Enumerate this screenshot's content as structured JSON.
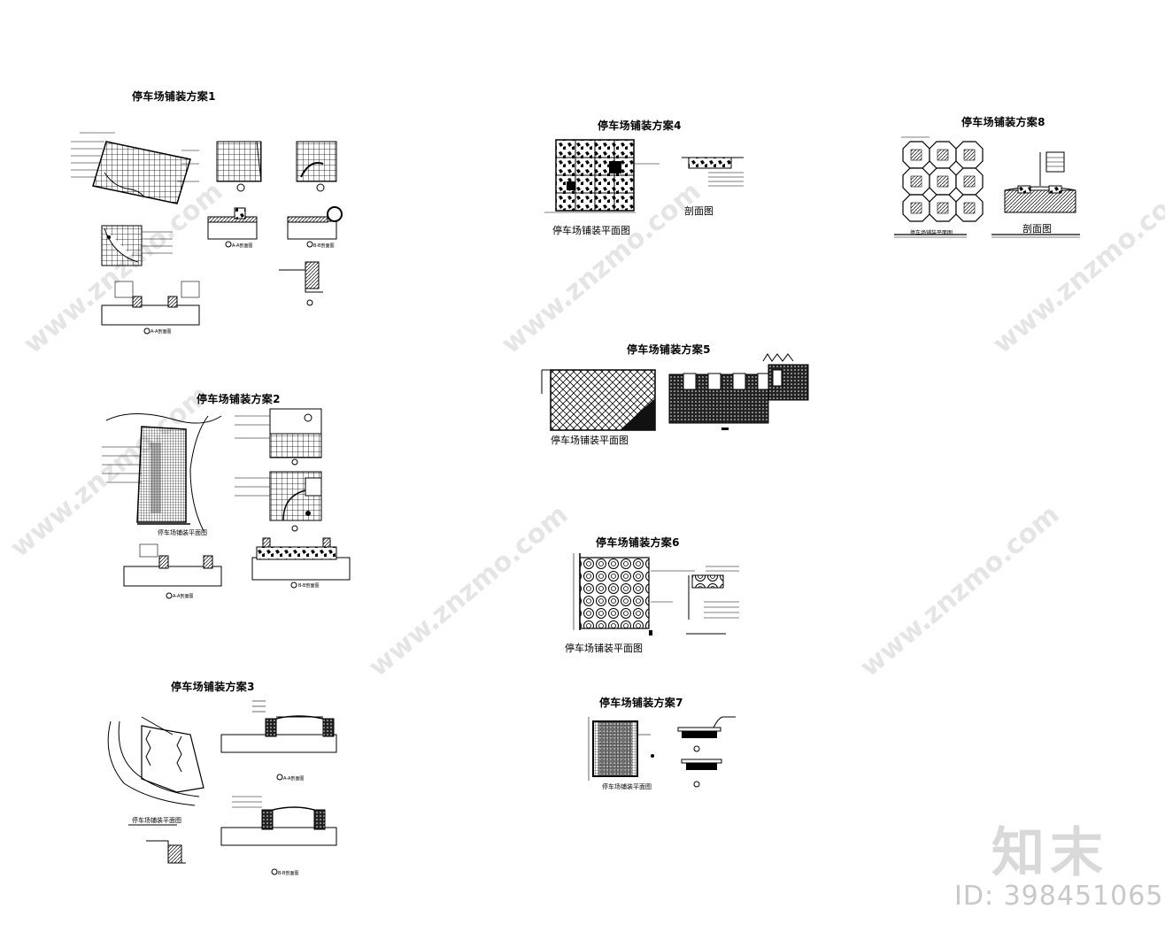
{
  "schemes": [
    {
      "id": 1,
      "title": "停车场铺装方案1",
      "labels": []
    },
    {
      "id": 2,
      "title": "停车场铺装方案2",
      "labels": [
        "停车场铺装平面图"
      ]
    },
    {
      "id": 3,
      "title": "停车场铺装方案3",
      "labels": [
        "停车场铺装平面图"
      ]
    },
    {
      "id": 4,
      "title": "停车场铺装方案4",
      "labels": [
        "停车场铺装平面图",
        "剖面图"
      ]
    },
    {
      "id": 5,
      "title": "停车场铺装方案5",
      "labels": [
        "停车场铺装平面图"
      ]
    },
    {
      "id": 6,
      "title": "停车场铺装方案6",
      "labels": [
        "停车场铺装平面图"
      ]
    },
    {
      "id": 7,
      "title": "停车场铺装方案7",
      "labels": [
        "停车场铺装平面图"
      ]
    },
    {
      "id": 8,
      "title": "停车场铺装方案8",
      "labels": [
        "停车场铺装平面图",
        "剖面图"
      ]
    }
  ],
  "section_tags": [
    "A-A剖面图",
    "B-B剖面图"
  ],
  "watermark": {
    "site": "www.znzmo.com",
    "brand": "知末",
    "image_id": "ID: 398451065"
  }
}
